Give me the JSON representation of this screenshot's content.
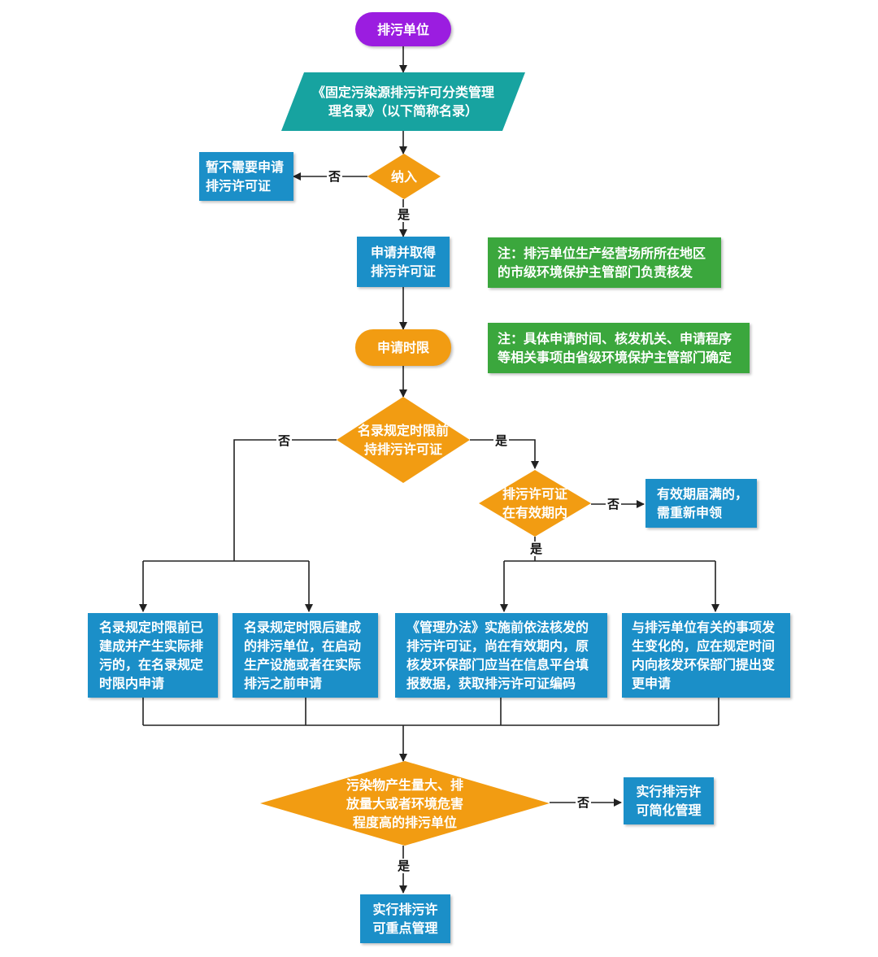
{
  "nodes": {
    "start": "排污单位",
    "directory": "《固定污染源排污许可分类管理\n理名录》（以下简称名录）",
    "no_need": "暂不需要申请\n排污许可证",
    "include": "纳入",
    "apply_obtain": "申请并取得\n排污许可证",
    "note1": "注：排污单位生产经营场所所在地区\n的市级环境保护主管部门负责核发",
    "time_limit": "申请时限",
    "note2": "注：具体申请时间、核发机关、申请程序\n等相关事项由省级环境保护主管部门确定",
    "hold_before": "名录规定时限前\n持排污许可证",
    "valid_period": "排污许可证\n在有效期内",
    "expired": "有效期届满的，\n需重新申领",
    "box1": "名录规定时限前已\n建成并产生实际排\n污的，在名录规定\n时限内申请",
    "box2": "名录规定时限后建成\n的排污单位，在启动\n生产设施或者在实际\n排污之前申请",
    "box3": "《管理办法》实施前依法核发的\n排污许可证，尚在有效期内，原\n核发环保部门应当在信息平台填\n报数据，获取排污许可证编码",
    "box4": "与排污单位有关的事项发\n生变化的，应在规定时间\n内向核发环保部门提出变\n更申请",
    "high_pollution": "污染物产生量大、排\n放量大或者环境危害\n程度高的排污单位",
    "simplified": "实行排污许\n可简化管理",
    "key_mgmt": "实行排污许\n可重点管理"
  },
  "labels": {
    "no": "否",
    "yes": "是"
  },
  "colors": {
    "purple": "#9b1de0",
    "teal": "#17a3a0",
    "orange": "#f29c12",
    "blue": "#1b8fc8",
    "green": "#3ba73d",
    "line": "#222222"
  }
}
